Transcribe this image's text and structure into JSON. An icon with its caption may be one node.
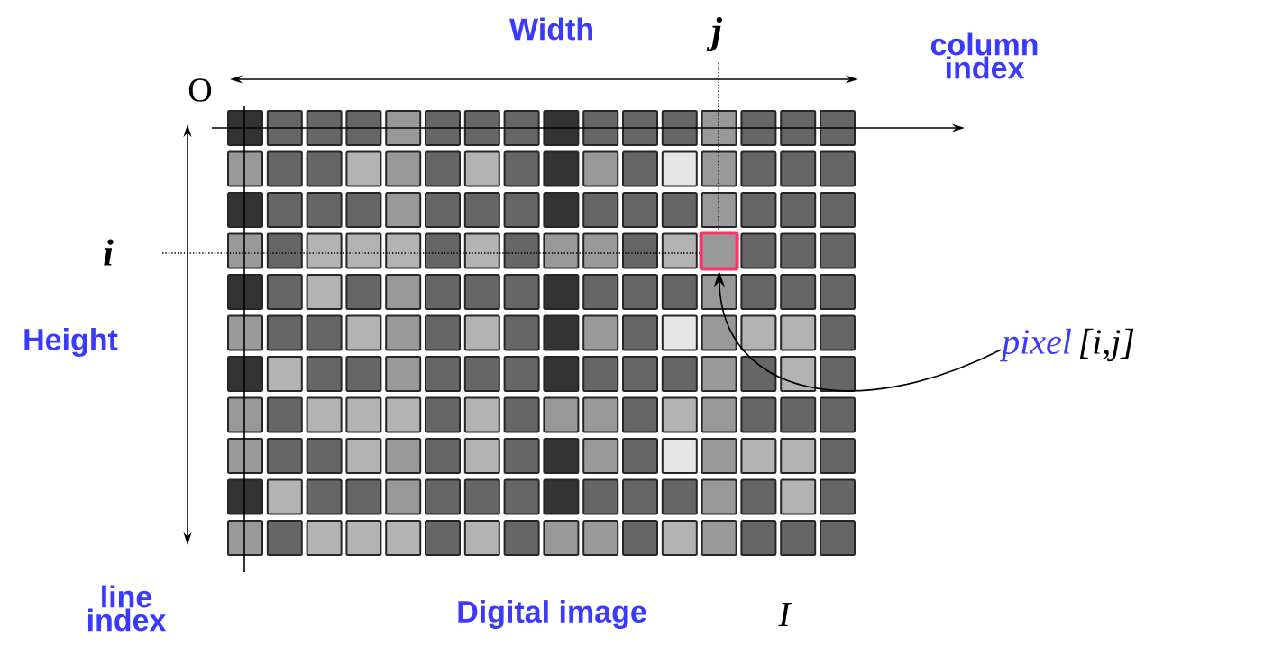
{
  "diagram": {
    "nodes": [
      {
        "text": [],
        "shape": "box"
      },
      {
        "text": [
          "pixel",
          "[i,j]"
        ]
      }
    ],
    "edges": [
      {
        "from": 1,
        "to": 0,
        "arrow": "to"
      }
    ],
    "labels": [
      "Width",
      "j",
      "column index",
      "O",
      "i",
      "Height",
      "line index",
      "Digital image",
      "I"
    ]
  }
}
